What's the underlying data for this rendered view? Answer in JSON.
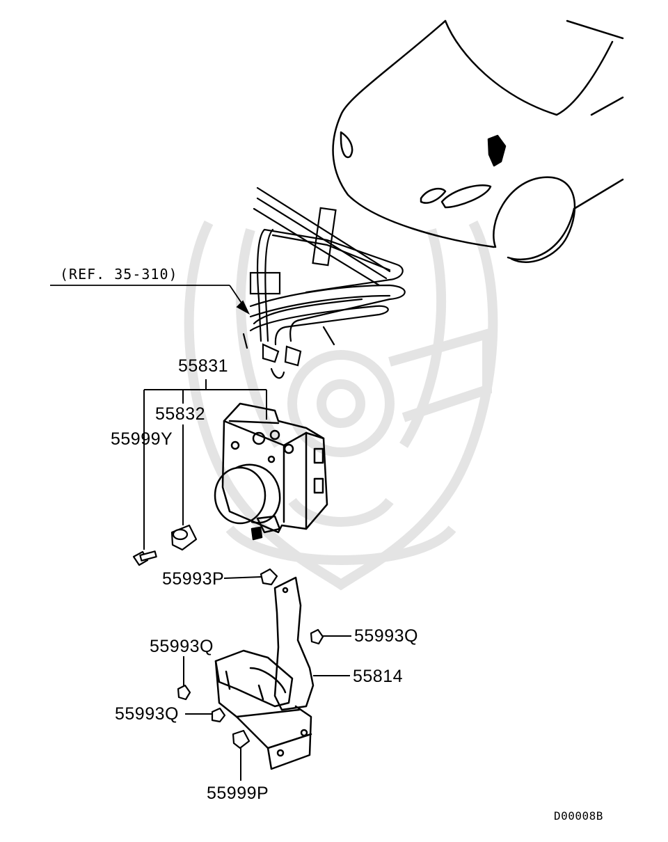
{
  "diagram": {
    "reference": "(REF. 35-310)",
    "drawing_code": "D00008B",
    "parts": {
      "p55831": "55831",
      "p55832": "55832",
      "p55999Y": "55999Y",
      "p55993P": "55993P",
      "p55993Q_right": "55993Q",
      "p55993Q_top": "55993Q",
      "p55993Q_left": "55993Q",
      "p55814": "55814",
      "p55999P": "55999P"
    }
  },
  "colors": {
    "line": "#000000",
    "watermark": "#e4e4e4",
    "background": "#ffffff"
  }
}
